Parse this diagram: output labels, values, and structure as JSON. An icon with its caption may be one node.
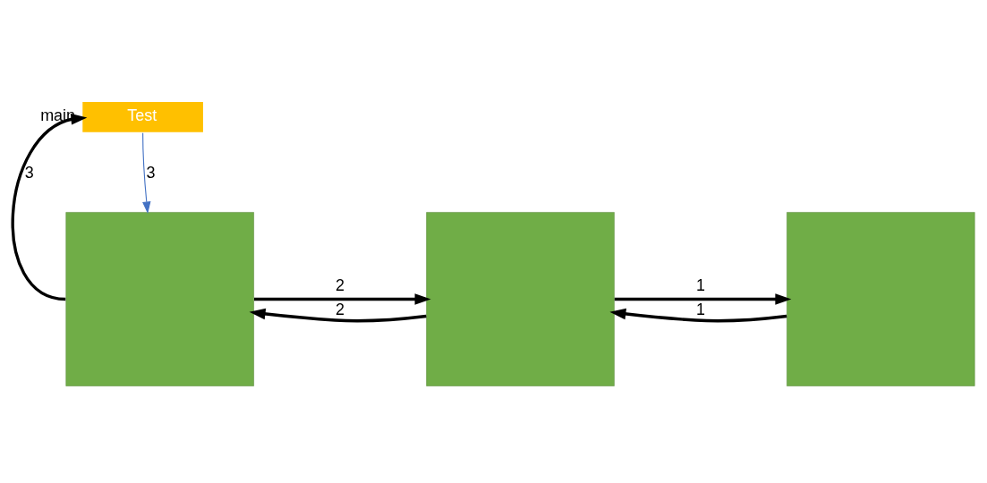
{
  "diagram": {
    "nodes": [
      {
        "text": [
          "Test"
        ],
        "beside": [
          "main"
        ]
      },
      {
        "text": [],
        "shape": "box"
      },
      {
        "text": [],
        "shape": "box"
      },
      {
        "text": [],
        "shape": "box"
      }
    ],
    "edges": [
      {
        "from": 0,
        "to": 1,
        "arrow": "to",
        "label": "3",
        "color": "#4472c4"
      },
      {
        "from": 1,
        "to": 2,
        "arrow": "to",
        "label": "2"
      },
      {
        "from": 2,
        "to": 3,
        "arrow": "to",
        "label": "1"
      },
      {
        "from": 3,
        "to": 2,
        "arrow": "to",
        "label": "1"
      },
      {
        "from": 2,
        "to": 1,
        "arrow": "to",
        "label": "2"
      },
      {
        "from": 1,
        "to": 0,
        "arrow": "to",
        "label": "3"
      }
    ]
  }
}
